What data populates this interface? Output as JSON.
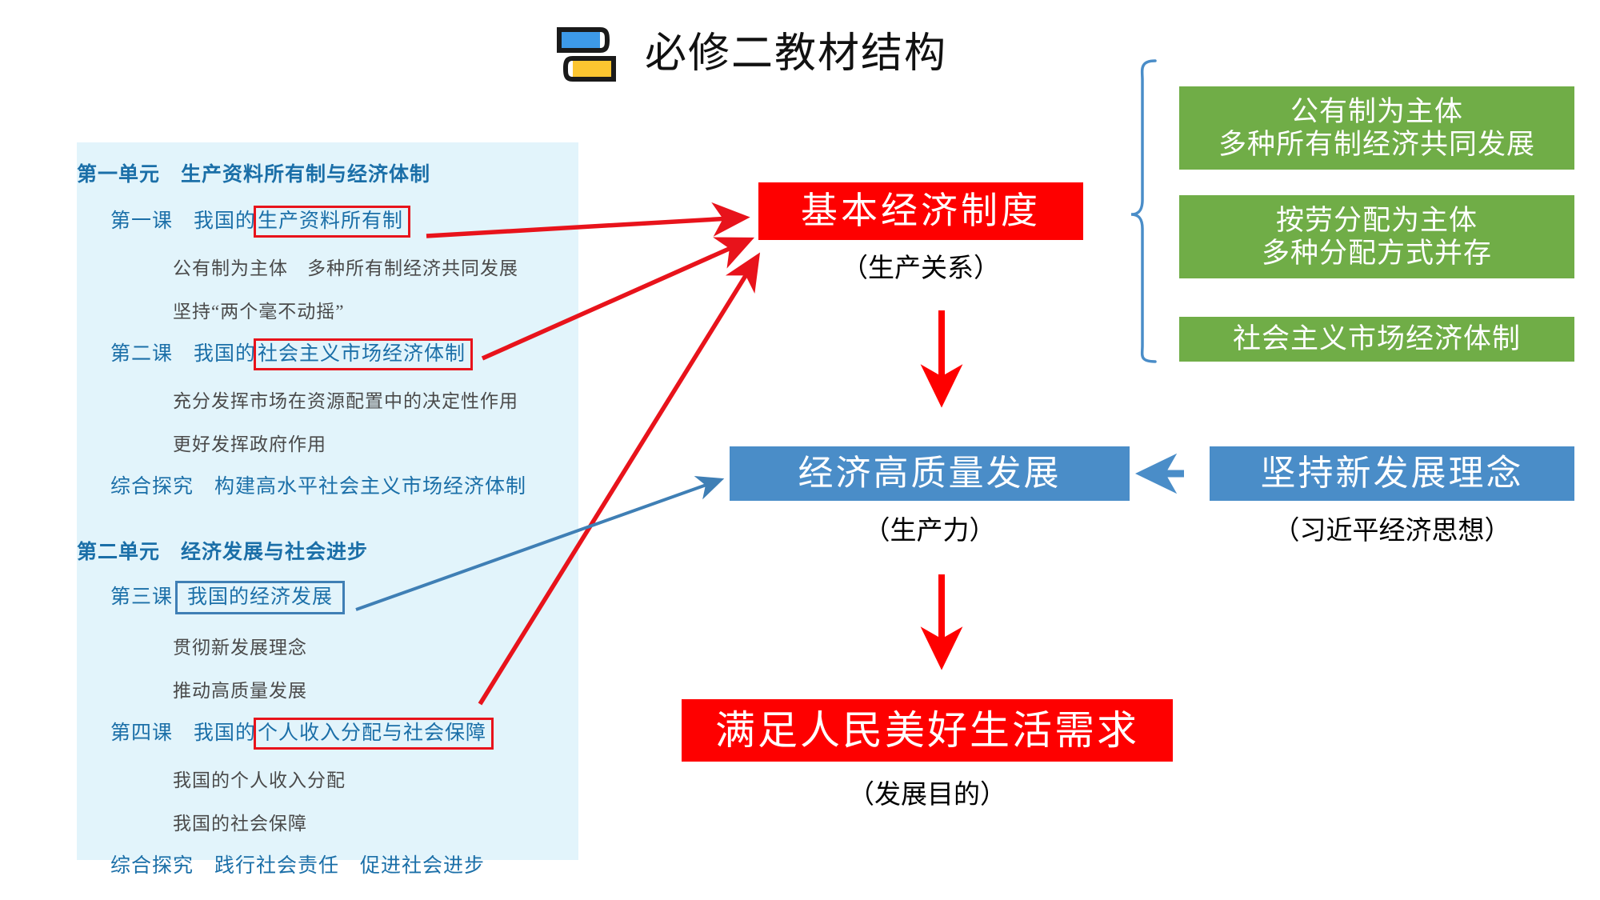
{
  "header": {
    "title": "必修二教材结构",
    "icon": "books-icon"
  },
  "outline": {
    "lines": [
      {
        "id": "unit1",
        "kind": "unit",
        "text": "第一单元　生产资料所有制与经济体制"
      },
      {
        "id": "l1",
        "kind": "lesson",
        "prefix": "第一课　我国的",
        "keyword": "生产资料所有制",
        "keyword_style": "red-box"
      },
      {
        "id": "l1s1",
        "kind": "sub",
        "text": "公有制为主体　多种所有制经济共同发展"
      },
      {
        "id": "l1s2",
        "kind": "sub",
        "text": "坚持“两个毫不动摇”"
      },
      {
        "id": "l2",
        "kind": "lesson",
        "prefix": "第二课　我国的",
        "keyword": "社会主义市场经济体制",
        "keyword_style": "red-box"
      },
      {
        "id": "l2s1",
        "kind": "sub",
        "text": "充分发挥市场在资源配置中的决定性作用"
      },
      {
        "id": "l2s2",
        "kind": "sub",
        "text": "更好发挥政府作用"
      },
      {
        "id": "explore1",
        "kind": "explore",
        "text": "综合探究　构建高水平社会主义市场经济体制"
      },
      {
        "id": "unit2",
        "kind": "unit",
        "text": "第二单元　经济发展与社会进步"
      },
      {
        "id": "l3",
        "kind": "lesson",
        "prefix": "第三课",
        "keyword": "我国的经济发展",
        "keyword_style": "blue-box"
      },
      {
        "id": "l3s1",
        "kind": "sub",
        "text": "贯彻新发展理念"
      },
      {
        "id": "l3s2",
        "kind": "sub",
        "text": "推动高质量发展"
      },
      {
        "id": "l4",
        "kind": "lesson",
        "prefix": "第四课　我国的",
        "keyword": "个人收入分配与社会保障",
        "keyword_style": "red-box"
      },
      {
        "id": "l4s1",
        "kind": "sub",
        "text": "我国的个人收入分配"
      },
      {
        "id": "l4s2",
        "kind": "sub",
        "text": "我国的社会保障"
      },
      {
        "id": "explore2",
        "kind": "explore",
        "text": "综合探究　践行社会责任　促进社会进步"
      }
    ]
  },
  "flow": {
    "basic_system": {
      "label": "基本经济制度",
      "caption": "（生产关系）"
    },
    "high_quality": {
      "label": "经济高质量发展",
      "caption": "（生产力）"
    },
    "new_concept": {
      "label": "坚持新发展理念",
      "caption": "（习近平经济思想）"
    },
    "people_needs": {
      "label": "满足人民美好生活需求",
      "caption": "（发展目的）"
    }
  },
  "branches": {
    "items": [
      {
        "id": "b1",
        "text": "公有制为主体\n多种所有制经济共同发展"
      },
      {
        "id": "b2",
        "text": "按劳分配为主体\n多种分配方式并存"
      },
      {
        "id": "b3",
        "text": "社会主义市场经济体制"
      }
    ],
    "brace": "curly-brace-icon"
  },
  "connectors": [
    {
      "id": "c1",
      "name": "arrow-ownership-to-basic-system",
      "color": "#e8131b"
    },
    {
      "id": "c2",
      "name": "arrow-market-system-to-basic-system",
      "color": "#e8131b"
    },
    {
      "id": "c3",
      "name": "arrow-income-distribution-to-basic-system",
      "color": "#e8131b"
    },
    {
      "id": "c4",
      "name": "arrow-economic-development-to-high-quality",
      "color": "#3f7fb5"
    },
    {
      "id": "c5",
      "name": "arrow-basic-system-down-to-high-quality",
      "color": "#fe0000"
    },
    {
      "id": "c6",
      "name": "arrow-high-quality-down-to-people-needs",
      "color": "#fe0000"
    },
    {
      "id": "c7",
      "name": "arrow-new-concept-to-high-quality",
      "color": "#4a8dc8"
    }
  ],
  "colors": {
    "red": "#fe0000",
    "red_line": "#e8131b",
    "blue": "#4a8dc8",
    "blue_text": "#1b6fa8",
    "green": "#70ad47",
    "panel_bg": "#e2f4fb",
    "sub_text": "#4a4a4a"
  }
}
